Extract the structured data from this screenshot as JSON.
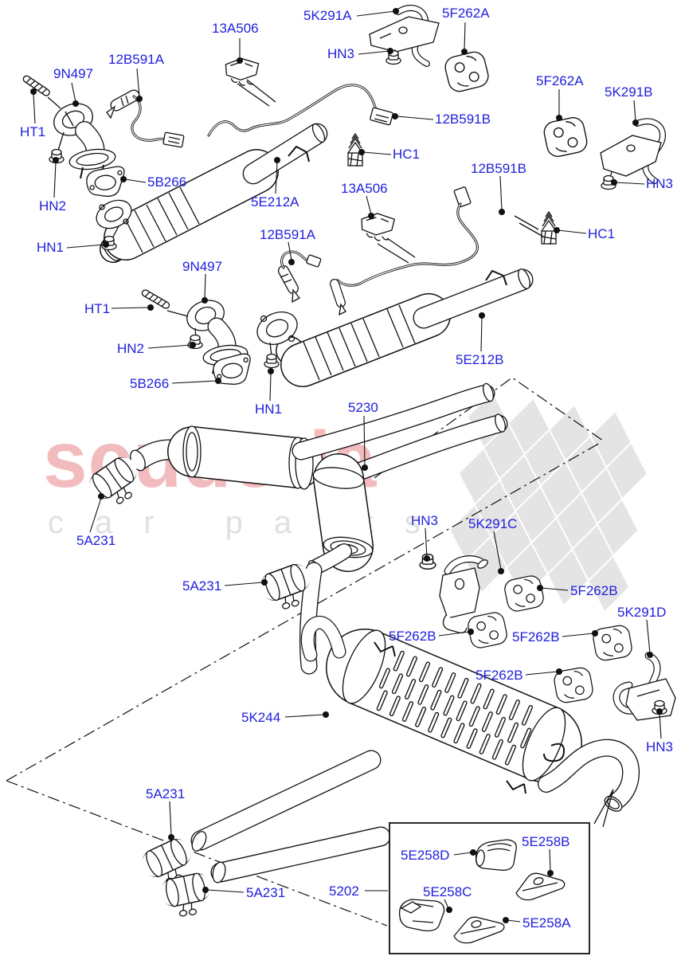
{
  "watermark": {
    "brand": "scuderia",
    "tagline": "car parts"
  },
  "colors": {
    "callout_text": "#2121DE",
    "line_art": "#111111",
    "watermark_brand": "#F2BCBE",
    "watermark_tagline": "#E0E0E0",
    "checker": "#E4E4E4",
    "background": "#FFFFFF"
  },
  "callouts": [
    {
      "part": "13A506"
    },
    {
      "part": "5K291A"
    },
    {
      "part": "HN3"
    },
    {
      "part": "5F262A"
    },
    {
      "part": "12B591A"
    },
    {
      "part": "9N497"
    },
    {
      "part": "HT1"
    },
    {
      "part": "12B591B"
    },
    {
      "part": "5F262A"
    },
    {
      "part": "5K291B"
    },
    {
      "part": "HN2"
    },
    {
      "part": "5B266"
    },
    {
      "part": "HN3"
    },
    {
      "part": "HC1"
    },
    {
      "part": "HN1"
    },
    {
      "part": "5E212A"
    },
    {
      "part": "13A506"
    },
    {
      "part": "12B591B"
    },
    {
      "part": "12B591A"
    },
    {
      "part": "HC1"
    },
    {
      "part": "9N497"
    },
    {
      "part": "HT1"
    },
    {
      "part": "HN2"
    },
    {
      "part": "5B266"
    },
    {
      "part": "HN1"
    },
    {
      "part": "5E212B"
    },
    {
      "part": "5230"
    },
    {
      "part": "5A231"
    },
    {
      "part": "5A231"
    },
    {
      "part": "HN3"
    },
    {
      "part": "5K291C"
    },
    {
      "part": "5F262B"
    },
    {
      "part": "5K291D"
    },
    {
      "part": "5F262B"
    },
    {
      "part": "5F262B"
    },
    {
      "part": "5F262B"
    },
    {
      "part": "5K244"
    },
    {
      "part": "HN3"
    },
    {
      "part": "5A231"
    },
    {
      "part": "5A231"
    },
    {
      "part": "5202"
    },
    {
      "part": "5E258D"
    },
    {
      "part": "5E258B"
    },
    {
      "part": "5E258C"
    },
    {
      "part": "5E258A"
    }
  ]
}
